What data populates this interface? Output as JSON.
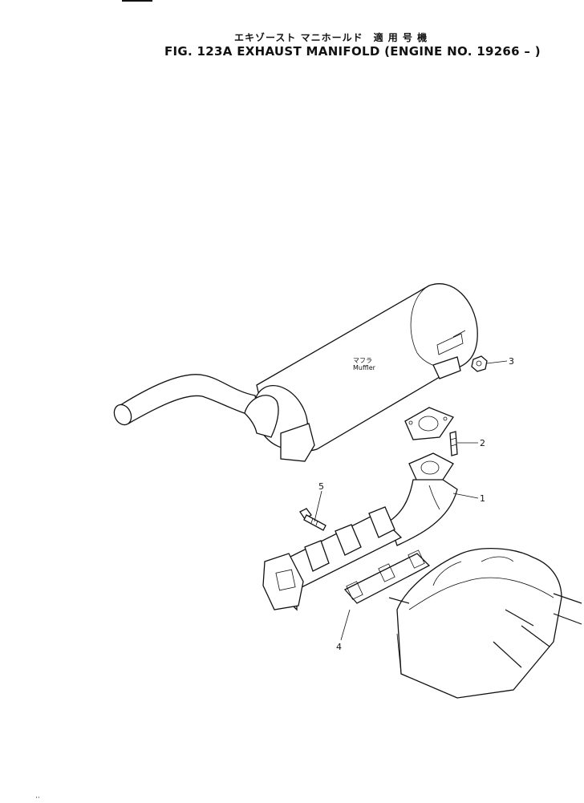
{
  "header": {
    "title_jp": "エキゾースト マニホールド　適 用 号 機",
    "title_en": "FIG. 123A  EXHAUST MANIFOLD  (ENGINE NO. 19266 – )"
  },
  "muffler": {
    "label_jp": "マフラ",
    "label_en": "Muffler"
  },
  "callouts": [
    "1",
    "2",
    "3",
    "4",
    "5"
  ],
  "footer": {
    "mark": "··"
  }
}
